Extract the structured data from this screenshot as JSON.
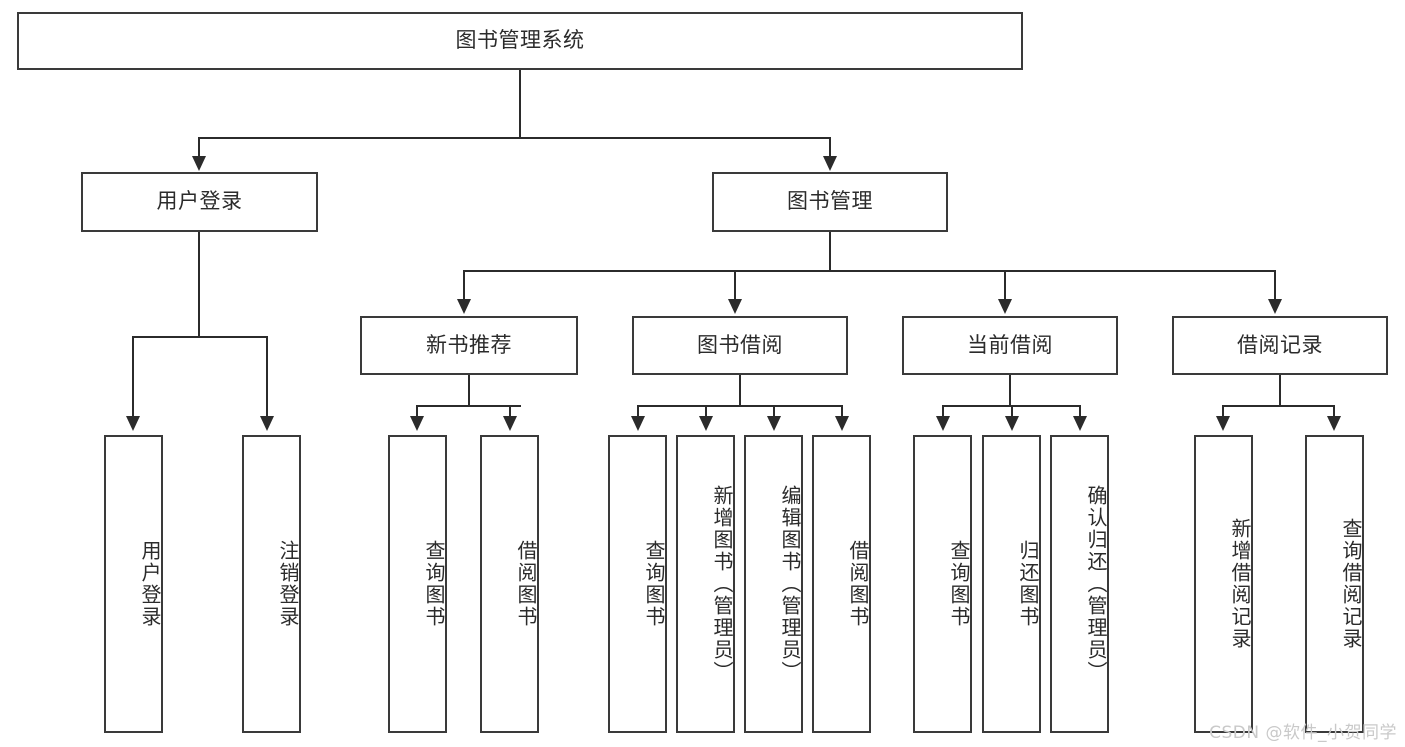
{
  "diagram": {
    "type": "tree",
    "title": "图书管理系统",
    "root": {
      "label": "图书管理系统"
    },
    "level2": [
      {
        "label": "用户登录"
      },
      {
        "label": "图书管理"
      }
    ],
    "level3": [
      {
        "label": "新书推荐"
      },
      {
        "label": "图书借阅"
      },
      {
        "label": "当前借阅"
      },
      {
        "label": "借阅记录"
      }
    ],
    "leaves": {
      "user_login": [
        {
          "label": "用户登录"
        },
        {
          "label": "注销登录"
        }
      ],
      "new_book_recommend": [
        {
          "label": "查询图书"
        },
        {
          "label": "借阅图书"
        }
      ],
      "book_borrow": [
        {
          "label": "查询图书"
        },
        {
          "label": "新增图书（管理员）"
        },
        {
          "label": "编辑图书（管理员）"
        },
        {
          "label": "借阅图书"
        }
      ],
      "current_borrow": [
        {
          "label": "查询图书"
        },
        {
          "label": "归还图书"
        },
        {
          "label": "确认归还（管理员）"
        }
      ],
      "borrow_record": [
        {
          "label": "新增借阅记录"
        },
        {
          "label": "查询借阅记录"
        }
      ]
    }
  },
  "watermark": {
    "text": "CSDN @软件_小贺同学"
  },
  "colors": {
    "border": "#3a3a3a",
    "line": "#2b2b2b",
    "text": "#2b2b2b",
    "background": "#ffffff",
    "watermark": "#c9c9c9"
  }
}
